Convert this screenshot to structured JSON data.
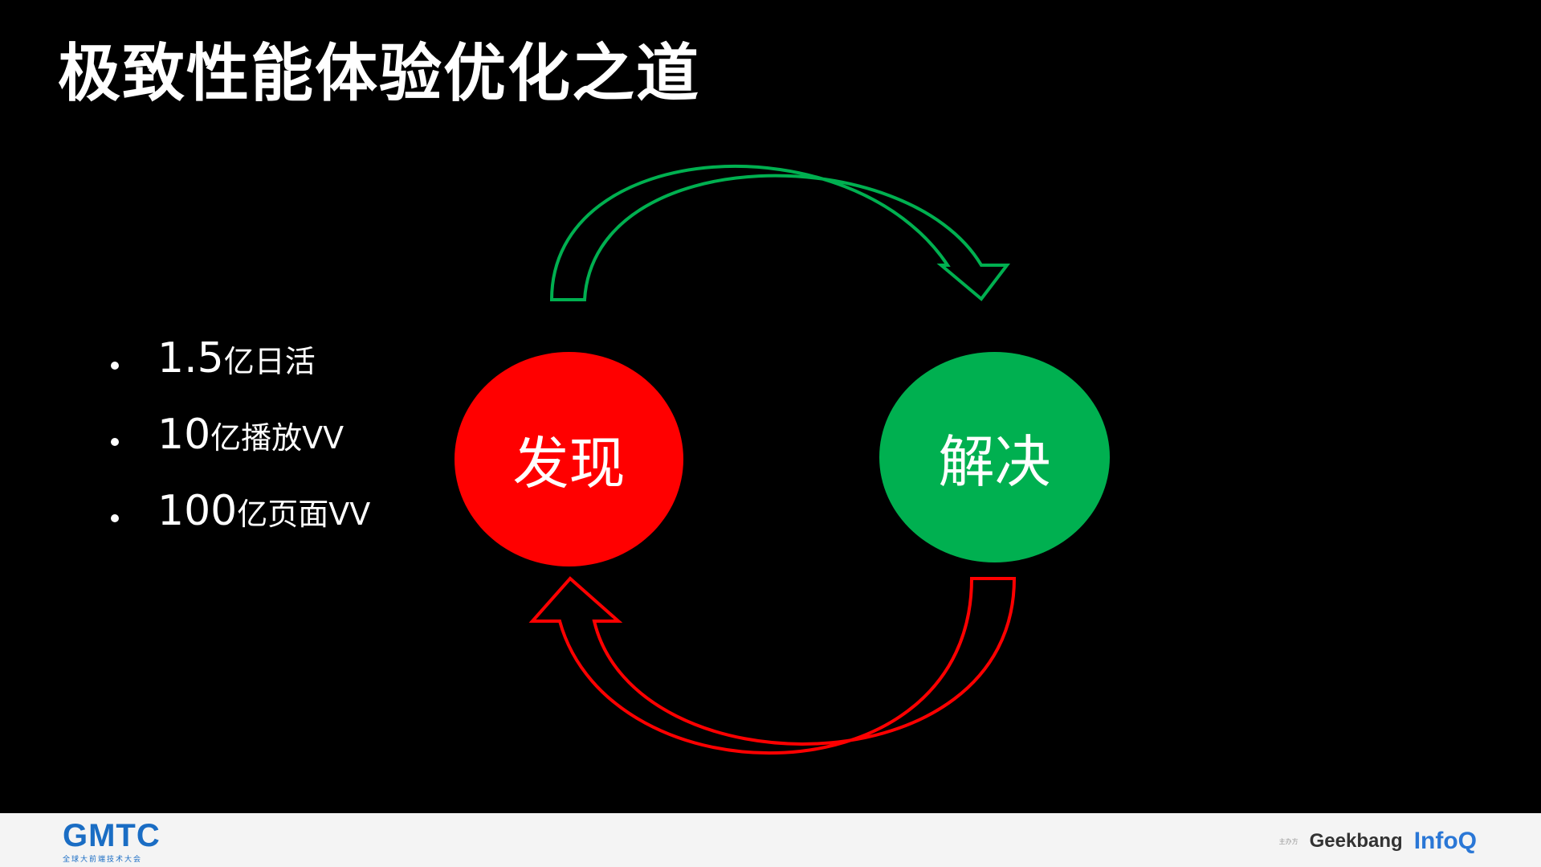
{
  "slide": {
    "title": "极致性能体验优化之道",
    "bullets": [
      {
        "number": "1.5",
        "unit": "亿日活"
      },
      {
        "number": "10",
        "unit": "亿播放VV"
      },
      {
        "number": "100",
        "unit": "亿页面VV"
      }
    ],
    "cycle": {
      "discover_label": "发现",
      "solve_label": "解决"
    },
    "colors": {
      "discover": "#ff0000",
      "solve": "#00b050",
      "background": "#000000"
    }
  },
  "footer": {
    "logo_text": "GMTC",
    "logo_subtitle": "全球大前端技术大会",
    "partner_note": "主办方",
    "geekbang": "Geekbang",
    "infoq": "InfoQ"
  }
}
